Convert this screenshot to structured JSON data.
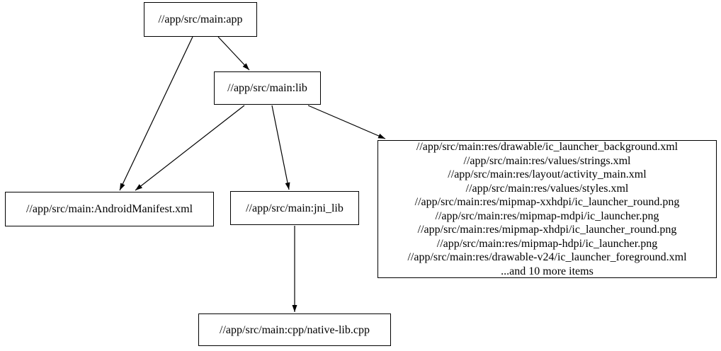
{
  "graph": {
    "kind": "dependency-graph",
    "colors": {
      "background": "#ffffff",
      "node_border": "#000000",
      "text": "#000000",
      "edge": "#000000"
    },
    "nodes": {
      "app": {
        "label": "//app/src/main:app"
      },
      "lib": {
        "label": "//app/src/main:lib"
      },
      "android_manifest": {
        "label": "//app/src/main:AndroidManifest.xml"
      },
      "jni_lib": {
        "label": "//app/src/main:jni_lib"
      },
      "native_lib_cpp": {
        "label": "//app/src/main:cpp/native-lib.cpp"
      },
      "resources": {
        "lines": [
          "//app/src/main:res/drawable/ic_launcher_background.xml",
          "//app/src/main:res/values/strings.xml",
          "//app/src/main:res/layout/activity_main.xml",
          "//app/src/main:res/values/styles.xml",
          "//app/src/main:res/mipmap-xxhdpi/ic_launcher_round.png",
          "//app/src/main:res/mipmap-mdpi/ic_launcher.png",
          "//app/src/main:res/mipmap-xhdpi/ic_launcher_round.png",
          "//app/src/main:res/mipmap-hdpi/ic_launcher.png",
          "//app/src/main:res/drawable-v24/ic_launcher_foreground.xml",
          "...and 10 more items"
        ]
      }
    },
    "edges": [
      {
        "from": "app",
        "to": "lib"
      },
      {
        "from": "app",
        "to": "android_manifest"
      },
      {
        "from": "lib",
        "to": "android_manifest"
      },
      {
        "from": "lib",
        "to": "jni_lib"
      },
      {
        "from": "lib",
        "to": "resources"
      },
      {
        "from": "jni_lib",
        "to": "native_lib_cpp"
      }
    ]
  }
}
